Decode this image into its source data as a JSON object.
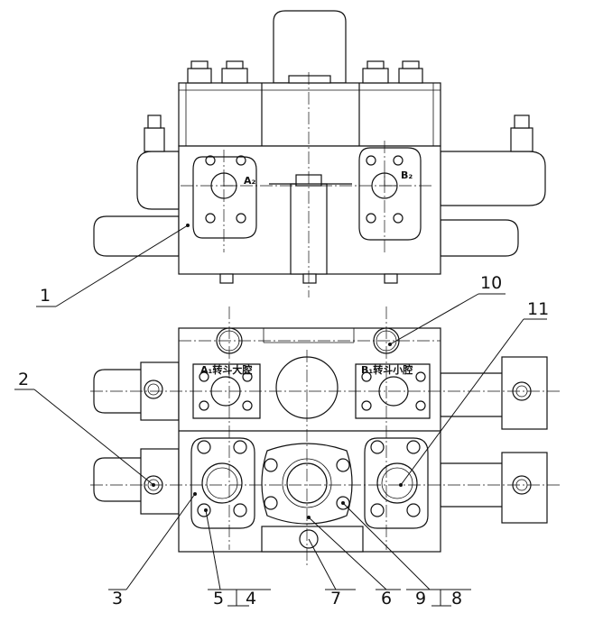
{
  "port_labels": {
    "a2": "A₂",
    "b2": "B₂",
    "a1": "A₁转斗大腔",
    "b1": "B₁转斗小腔"
  },
  "callouts": {
    "c1": "1",
    "c2": "2",
    "c3": "3",
    "c4": "4",
    "c5": "5",
    "c6": "6",
    "c7": "7",
    "c8": "8",
    "c9": "9",
    "c10": "10",
    "c11": "11"
  }
}
